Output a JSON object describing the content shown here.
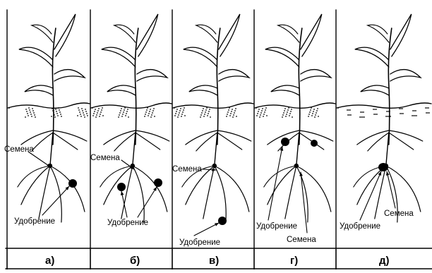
{
  "panels": [
    {
      "caption": "а)",
      "seed_label": "Семена",
      "fertilizer_label": "Удобрение"
    },
    {
      "caption": "б)",
      "seed_label": "Семена",
      "fertilizer_label": "Удобрение"
    },
    {
      "caption": "в)",
      "seed_label": "Семена",
      "fertilizer_label": "Удобрение"
    },
    {
      "caption": "г)",
      "seed_label": "Семена",
      "fertilizer_label": "Удобрение"
    },
    {
      "caption": "д)",
      "seed_label": "Семена",
      "fertilizer_label": "Удобрение"
    }
  ],
  "colors": {
    "ink": "#000000",
    "background": "#ffffff"
  }
}
